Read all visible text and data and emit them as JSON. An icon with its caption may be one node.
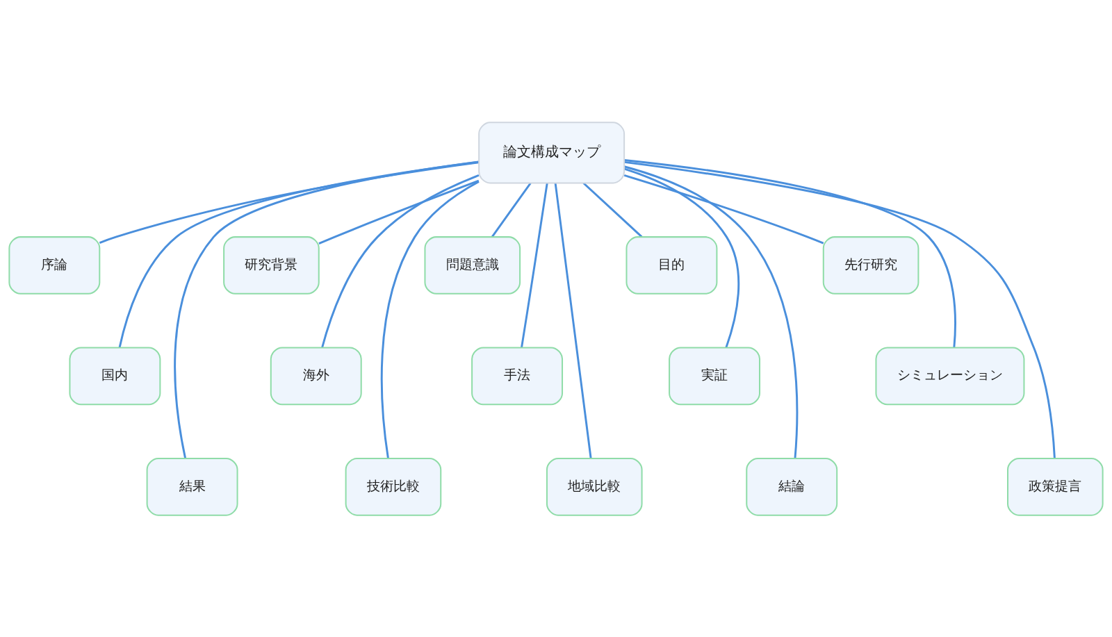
{
  "diagram": {
    "nodes": [
      {
        "text": [
          "論文構成マップ"
        ]
      },
      {
        "text": [
          "序論"
        ]
      },
      {
        "text": [
          "研究背景"
        ]
      },
      {
        "text": [
          "問題意識"
        ]
      },
      {
        "text": [
          "目的"
        ]
      },
      {
        "text": [
          "先行研究"
        ]
      },
      {
        "text": [
          "国内"
        ]
      },
      {
        "text": [
          "海外"
        ]
      },
      {
        "text": [
          "手法"
        ]
      },
      {
        "text": [
          "実証"
        ]
      },
      {
        "text": [
          "シミュレーション"
        ]
      },
      {
        "text": [
          "結果"
        ]
      },
      {
        "text": [
          "技術比較"
        ]
      },
      {
        "text": [
          "地域比較"
        ]
      },
      {
        "text": [
          "結論"
        ]
      },
      {
        "text": [
          "政策提言"
        ]
      }
    ],
    "edges": [
      {
        "from": 0,
        "to": 1,
        "arrow": "none"
      },
      {
        "from": 0,
        "to": 6,
        "arrow": "none"
      },
      {
        "from": 0,
        "to": 11,
        "arrow": "none"
      },
      {
        "from": 0,
        "to": 2,
        "arrow": "none"
      },
      {
        "from": 0,
        "to": 7,
        "arrow": "none"
      },
      {
        "from": 0,
        "to": 12,
        "arrow": "none"
      },
      {
        "from": 0,
        "to": 3,
        "arrow": "none"
      },
      {
        "from": 0,
        "to": 8,
        "arrow": "none"
      },
      {
        "from": 0,
        "to": 13,
        "arrow": "none"
      },
      {
        "from": 0,
        "to": 4,
        "arrow": "none"
      },
      {
        "from": 0,
        "to": 9,
        "arrow": "none"
      },
      {
        "from": 0,
        "to": 14,
        "arrow": "none"
      },
      {
        "from": 0,
        "to": 5,
        "arrow": "none"
      },
      {
        "from": 0,
        "to": 10,
        "arrow": "none"
      },
      {
        "from": 0,
        "to": 15,
        "arrow": "none"
      }
    ]
  }
}
